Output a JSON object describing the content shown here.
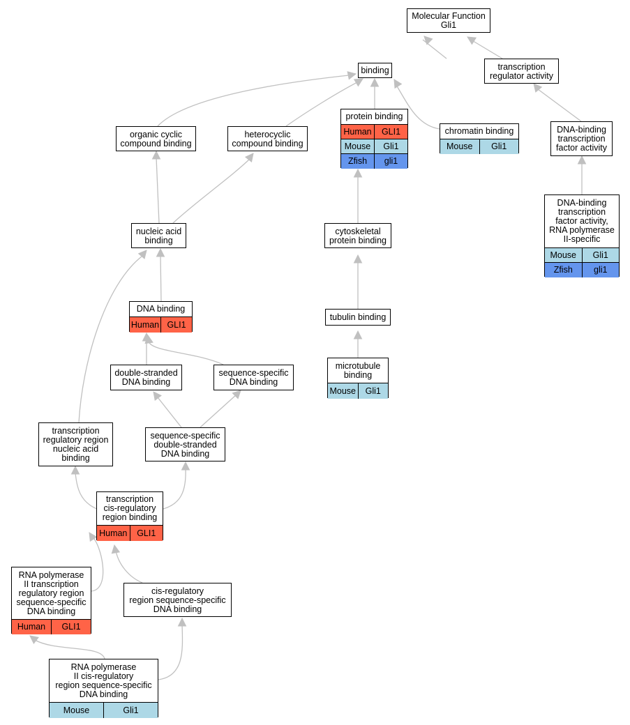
{
  "colors": {
    "edge": "#c0c0c0",
    "human": "#ff6347",
    "mouse": "#add8e6",
    "zfish": "#6495ed"
  },
  "nodes": [
    {
      "id": "mf",
      "label": "Molecular Function\nGli1",
      "rows": []
    },
    {
      "id": "binding",
      "label": "binding",
      "rows": []
    },
    {
      "id": "tra",
      "label": "transcription\nregulator activity",
      "rows": []
    },
    {
      "id": "occb",
      "label": "organic cyclic\ncompound binding",
      "rows": []
    },
    {
      "id": "hcb",
      "label": "heterocyclic\ncompound binding",
      "rows": []
    },
    {
      "id": "pb",
      "label": "protein binding",
      "rows": [
        {
          "species": "Human",
          "gene": "GLI1",
          "color": "human"
        },
        {
          "species": "Mouse",
          "gene": "Gli1",
          "color": "mouse"
        },
        {
          "species": "Zfish",
          "gene": "gli1",
          "color": "zfish"
        }
      ]
    },
    {
      "id": "chb",
      "label": "chromatin binding",
      "rows": [
        {
          "species": "Mouse",
          "gene": "Gli1",
          "color": "mouse"
        }
      ]
    },
    {
      "id": "dbtfa",
      "label": "DNA-binding\ntranscription\nfactor activity",
      "rows": []
    },
    {
      "id": "nab",
      "label": "nucleic acid\nbinding",
      "rows": []
    },
    {
      "id": "cpb",
      "label": "cytoskeletal\nprotein binding",
      "rows": []
    },
    {
      "id": "dbtfa2",
      "label": "DNA-binding\ntranscription\nfactor activity,\nRNA polymerase\nII-specific",
      "rows": [
        {
          "species": "Mouse",
          "gene": "Gli1",
          "color": "mouse"
        },
        {
          "species": "Zfish",
          "gene": "gli1",
          "color": "zfish"
        }
      ]
    },
    {
      "id": "dnab",
      "label": "DNA binding",
      "rows": [
        {
          "species": "Human",
          "gene": "GLI1",
          "color": "human"
        }
      ]
    },
    {
      "id": "tb",
      "label": "tubulin binding",
      "rows": []
    },
    {
      "id": "dsdb",
      "label": "double-stranded\nDNA binding",
      "rows": []
    },
    {
      "id": "ssdb",
      "label": "sequence-specific\nDNA binding",
      "rows": []
    },
    {
      "id": "mtb",
      "label": "microtubule\nbinding",
      "rows": [
        {
          "species": "Mouse",
          "gene": "Gli1",
          "color": "mouse"
        }
      ]
    },
    {
      "id": "trrnab",
      "label": "transcription\nregulatory region\nnucleic acid\nbinding",
      "rows": []
    },
    {
      "id": "ssdsdb",
      "label": "sequence-specific\ndouble-stranded\nDNA binding",
      "rows": []
    },
    {
      "id": "tcrrb",
      "label": "transcription\ncis-regulatory\nregion binding",
      "rows": [
        {
          "species": "Human",
          "gene": "GLI1",
          "color": "human"
        }
      ]
    },
    {
      "id": "rnap2",
      "label": "RNA polymerase\nII transcription\nregulatory region\nsequence-specific\nDNA binding",
      "rows": [
        {
          "species": "Human",
          "gene": "GLI1",
          "color": "human"
        }
      ]
    },
    {
      "id": "crrssdb",
      "label": "cis-regulatory\nregion sequence-specific\nDNA binding",
      "rows": []
    },
    {
      "id": "rnap2cis",
      "label": "RNA polymerase\nII cis-regulatory\nregion sequence-specific\nDNA binding",
      "rows": [
        {
          "species": "Mouse",
          "gene": "Gli1",
          "color": "mouse"
        }
      ]
    }
  ]
}
